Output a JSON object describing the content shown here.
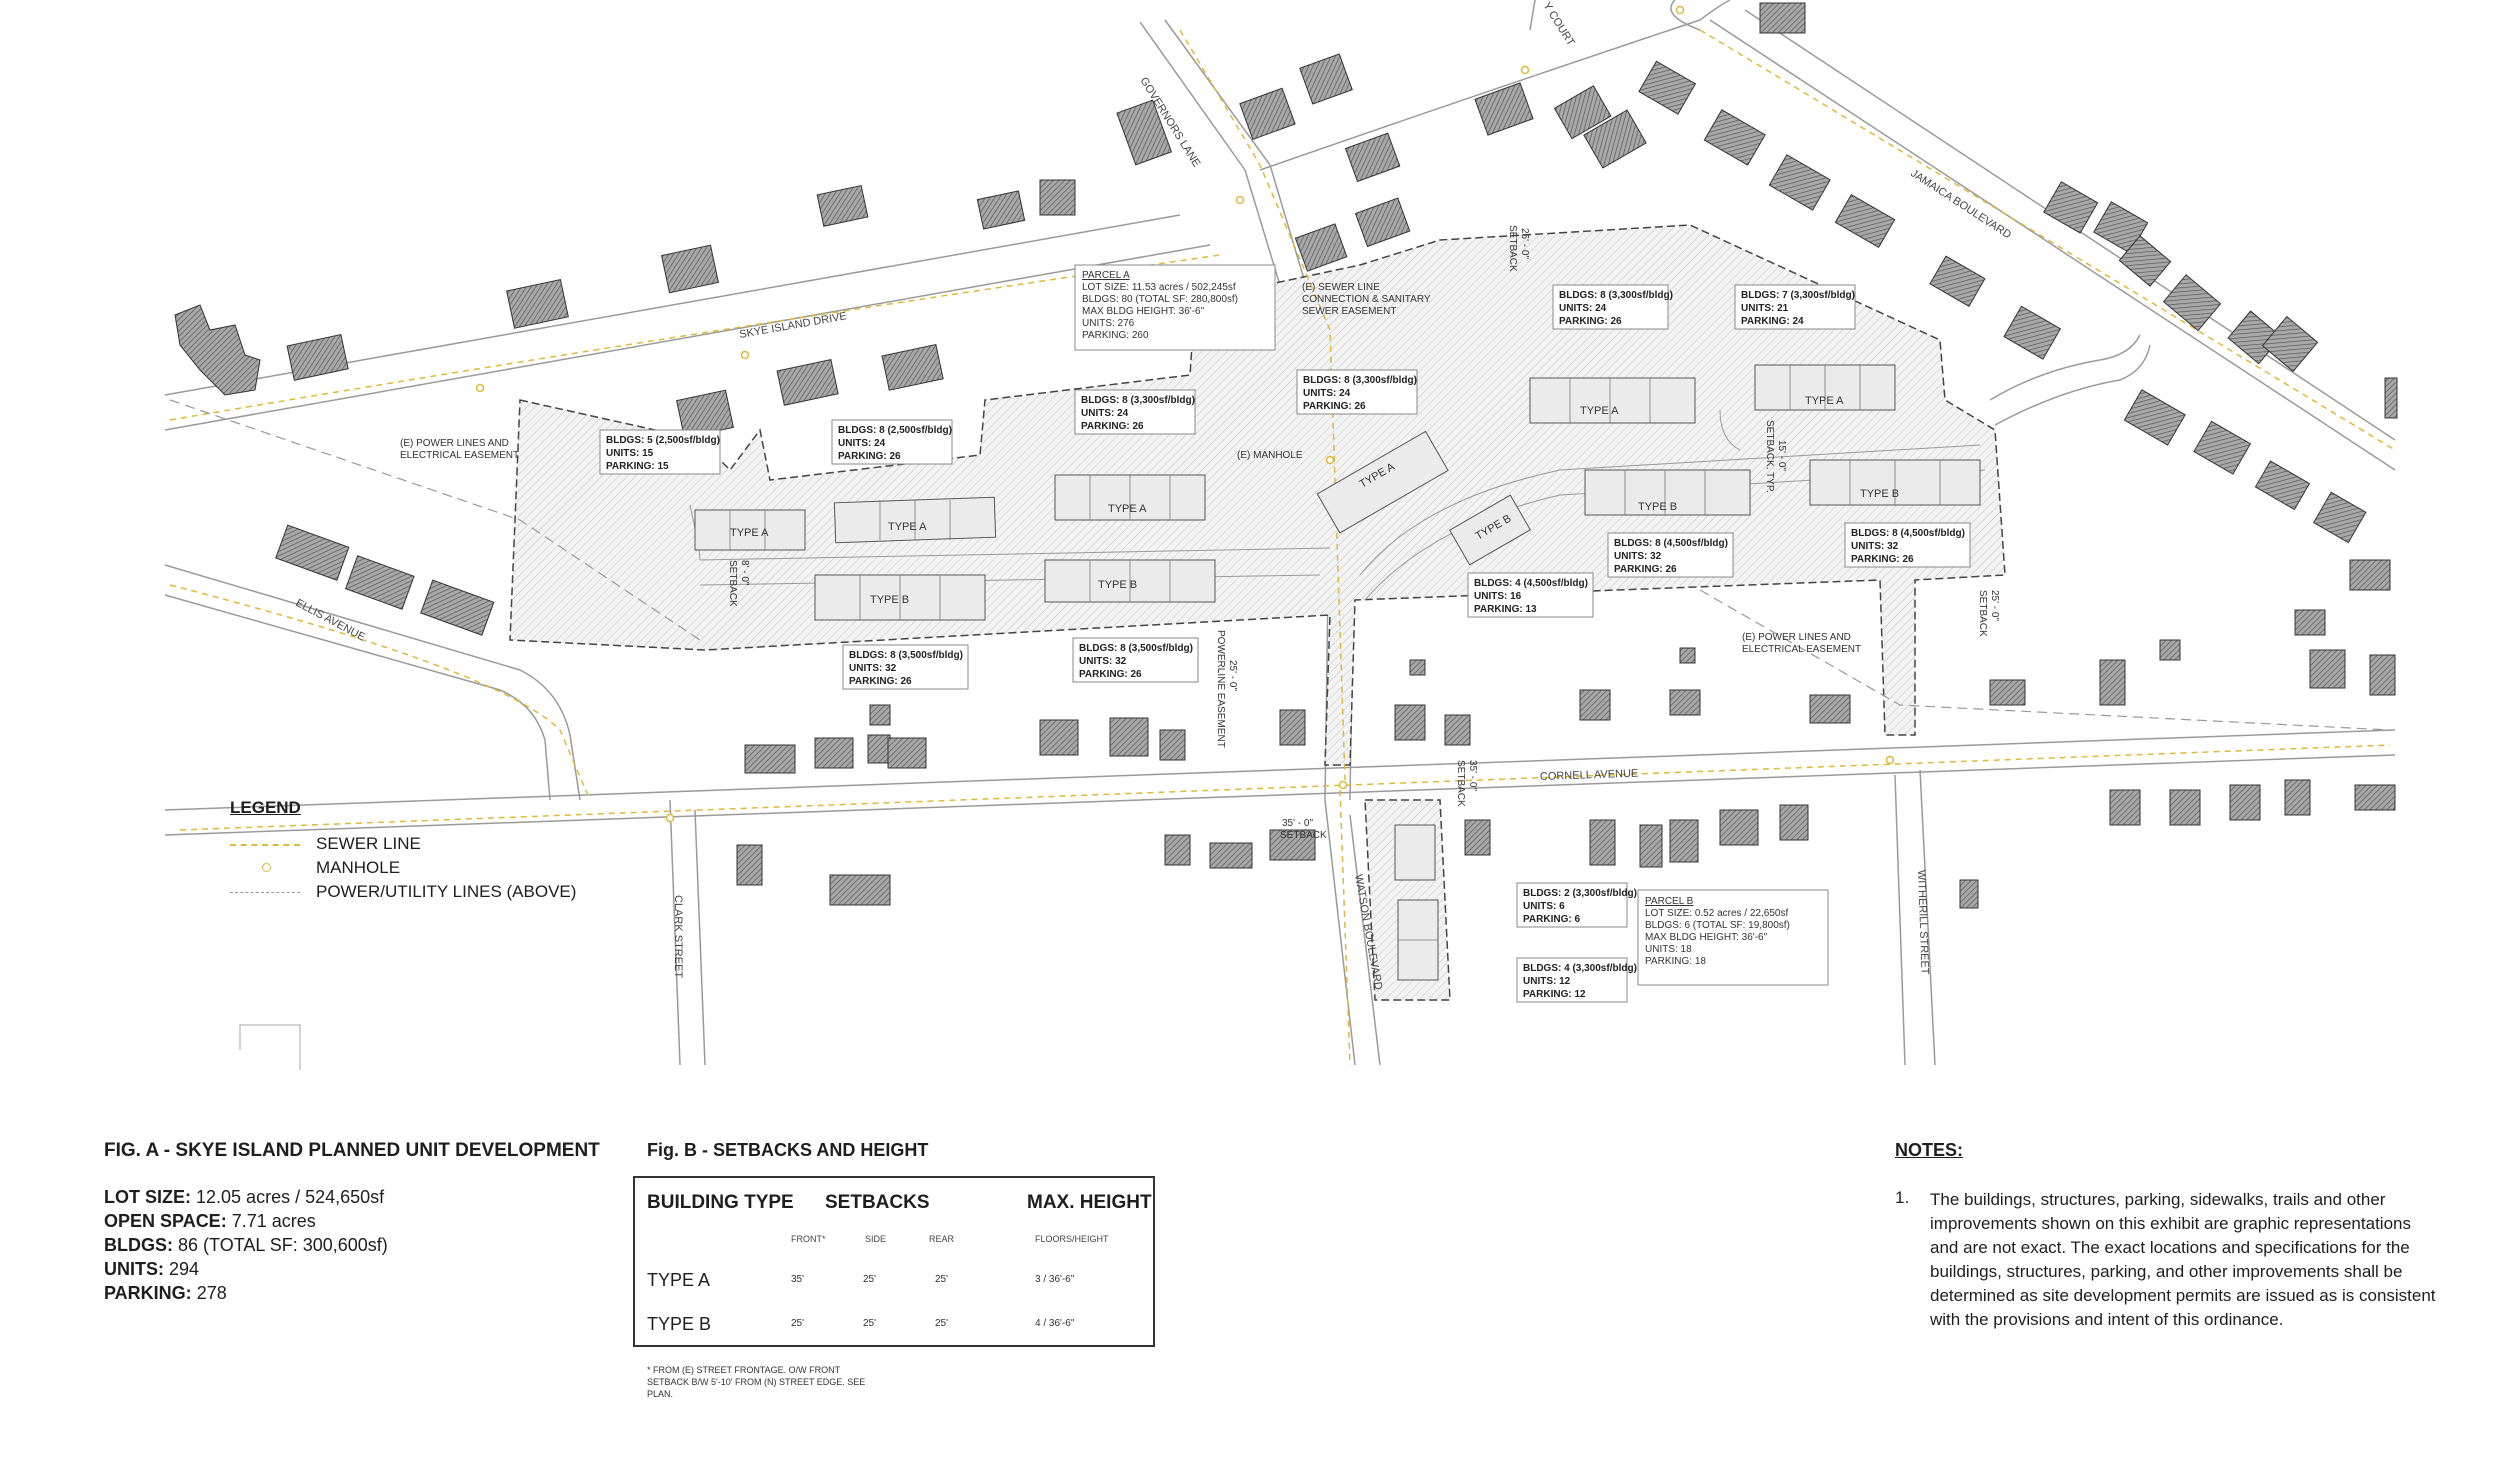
{
  "legend": {
    "title": "LEGEND",
    "items": [
      {
        "label": "SEWER LINE",
        "color": "#e0b83a",
        "style": "dashed"
      },
      {
        "label": "MANHOLE",
        "color": "#e0b83a",
        "style": "circle"
      },
      {
        "label": "POWER/UTILITY LINES (ABOVE)",
        "color": "#999999",
        "style": "dashed"
      }
    ]
  },
  "streets": {
    "skye": "SKYE ISLAND DRIVE",
    "ellis": "ELLIS AVENUE",
    "governors": "GOVERNORS LANE",
    "court": "Y COURT",
    "jamaica": "JAMAICA BOULEVARD",
    "cornell": "CORNELL AVENUE",
    "clark": "CLARK STREET",
    "watson": "WATSON BOULEVARD",
    "witherill": "WITHERILL STREET"
  },
  "parcel_a": {
    "title": "PARCEL A",
    "lines": [
      "LOT SIZE: 11.53 acres / 502,245sf",
      "BLDGS: 80 (TOTAL SF: 280,800sf)",
      "MAX BLDG HEIGHT: 36'-6\"",
      "UNITS: 276",
      "PARKING: 260"
    ]
  },
  "parcel_b": {
    "title": "PARCEL B",
    "lines": [
      "LOT SIZE: 0.52 acres / 22,650sf",
      "BLDGS: 6 (TOTAL SF: 19,800sf)",
      "MAX BLDG HEIGHT: 36'-6\"",
      "UNITS: 18",
      "PARKING: 18"
    ]
  },
  "callouts": [
    {
      "lines": [
        "BLDGS: 5 (2,500sf/bldg)",
        "UNITS: 15",
        "PARKING: 15"
      ]
    },
    {
      "lines": [
        "BLDGS: 8 (2,500sf/bldg)",
        "UNITS: 24",
        "PARKING: 26"
      ]
    },
    {
      "lines": [
        "BLDGS: 8 (3,300sf/bldg)",
        "UNITS: 24",
        "PARKING: 26"
      ]
    },
    {
      "lines": [
        "BLDGS: 8 (3,300sf/bldg)",
        "UNITS: 24",
        "PARKING: 26"
      ]
    },
    {
      "lines": [
        "BLDGS: 8 (3,300sf/bldg)",
        "UNITS: 24",
        "PARKING: 26"
      ]
    },
    {
      "lines": [
        "BLDGS: 7 (3,300sf/bldg)",
        "UNITS: 21",
        "PARKING: 24"
      ]
    },
    {
      "lines": [
        "BLDGS: 8 (3,500sf/bldg)",
        "UNITS: 32",
        "PARKING: 26"
      ]
    },
    {
      "lines": [
        "BLDGS: 8 (3,500sf/bldg)",
        "UNITS: 32",
        "PARKING: 26"
      ]
    },
    {
      "lines": [
        "BLDGS: 4 (4,500sf/bldg)",
        "UNITS: 16",
        "PARKING: 13"
      ]
    },
    {
      "lines": [
        "BLDGS: 8 (4,500sf/bldg)",
        "UNITS: 32",
        "PARKING: 26"
      ]
    },
    {
      "lines": [
        "BLDGS: 8 (4,500sf/bldg)",
        "UNITS: 32",
        "PARKING: 26"
      ]
    },
    {
      "lines": [
        "BLDGS: 2 (3,300sf/bldg)",
        "UNITS: 6",
        "PARKING: 6"
      ]
    },
    {
      "lines": [
        "BLDGS: 4 (3,300sf/bldg)",
        "UNITS: 12",
        "PARKING: 12"
      ]
    }
  ],
  "plan_labels": {
    "sewer_easement": [
      "(E) SEWER LINE",
      "CONNECTION & SANITARY",
      "SEWER EASEMENT"
    ],
    "power_easement_w": [
      "(E) POWER LINES AND",
      "ELECTRICAL EASEMENT"
    ],
    "power_easement_e": [
      "(E) POWER LINES AND",
      "ELECTRICAL EASEMENT"
    ],
    "manhole": "(E) MANHOLE",
    "powerline_easement": "POWERLINE EASEMENT",
    "setback_25": "25' - 0\"",
    "setback_label": "SETBACK",
    "setback_typ": "SETBACK, TYP.",
    "setback_15": "15' - 0\"",
    "setback_8": "8' - 0\"",
    "setback_35": "35' - 0\"",
    "type_a": "TYPE A",
    "type_b": "TYPE B"
  },
  "fig_a": {
    "title": "FIG. A - SKYE ISLAND PLANNED UNIT DEVELOPMENT",
    "lot_size_label": "LOT SIZE:",
    "lot_size": "12.05 acres / 524,650sf",
    "open_space_label": "OPEN SPACE:",
    "open_space": "7.71 acres",
    "bldgs_label": "BLDGS:",
    "bldgs": "86 (TOTAL SF: 300,600sf)",
    "units_label": "UNITS:",
    "units": "294",
    "parking_label": "PARKING:",
    "parking": "278"
  },
  "fig_b": {
    "title": "Fig. B - SETBACKS AND HEIGHT",
    "col_building_type": "BUILDING TYPE",
    "col_setbacks": "SETBACKS",
    "col_max_height": "MAX. HEIGHT",
    "sub_front": "FRONT*",
    "sub_side": "SIDE",
    "sub_rear": "REAR",
    "sub_floors": "FLOORS/HEIGHT",
    "rows": [
      {
        "type": "TYPE A",
        "front": "35'",
        "side": "25'",
        "rear": "25'",
        "height": "3 / 36'-6\""
      },
      {
        "type": "TYPE B",
        "front": "25'",
        "side": "25'",
        "rear": "25'",
        "height": "4 / 36'-6\""
      }
    ],
    "footnote": "* FROM (E) STREET FRONTAGE. O/W FRONT SETBACK B/W 5'-10' FROM (N) STREET EDGE. SEE PLAN."
  },
  "notes": {
    "title": "NOTES:",
    "num": "1.",
    "text": "The buildings, structures, parking, sidewalks, trails and other improvements shown on this exhibit are graphic representations and are not exact. The exact locations and specifications for the buildings, structures, parking, and other improvements shall be determined as site development permits are issued as is consistent with the provisions and intent of this ordinance."
  }
}
